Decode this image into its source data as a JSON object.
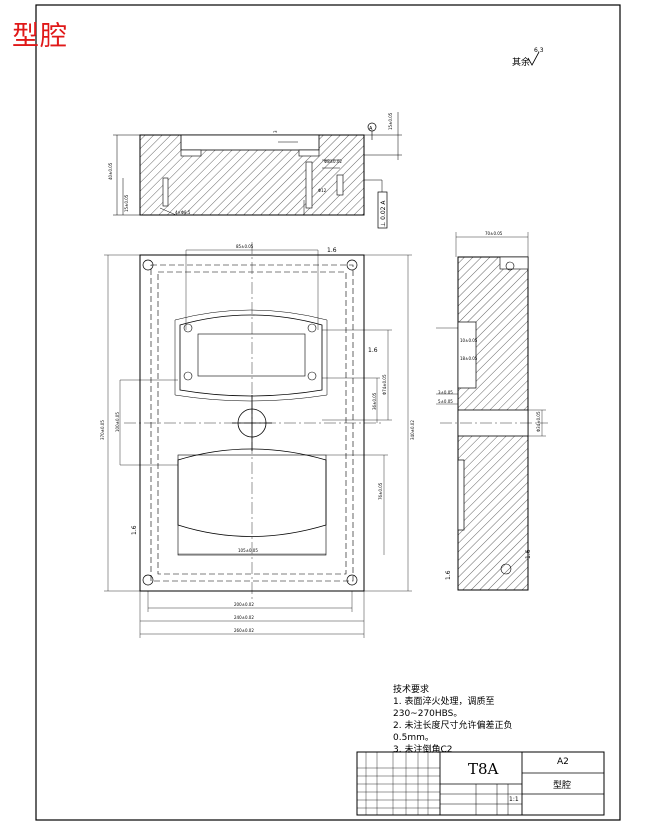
{
  "corner_title": "型腔",
  "surface_note": {
    "text": "其余",
    "symbol_value": "6.3"
  },
  "datum_label": "A",
  "datum_symbol": "⊥ 0.02 A",
  "technical_requirements": {
    "heading": "技术要求",
    "items": [
      "1. 表面淬火处理，调质至",
      "230~270HBS。",
      "2. 未注长度尺寸允许偏差正负",
      "0.5mm。",
      "3. 未注倒角C2"
    ]
  },
  "title_block": {
    "material": "T8A",
    "sheet_size": "A2",
    "part_name": "型腔",
    "scale": "1:1"
  }
}
